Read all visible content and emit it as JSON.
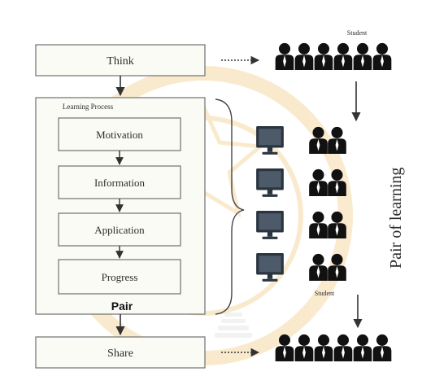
{
  "diagram": {
    "steps": {
      "think": "Think",
      "share": "Share"
    },
    "learning_process": {
      "title": "Learning Process",
      "stages": [
        "Motivation",
        "Information",
        "Application",
        "Progress"
      ],
      "pair_label": "Pair"
    },
    "student_labels": {
      "top": "Student",
      "middle": "Student"
    },
    "side_label": "Pair of learning",
    "student_counts": {
      "top_row": 6,
      "pair_rows": 4,
      "per_pair": 2,
      "bottom_row": 6
    },
    "colors": {
      "box_fill": "#fbfbf6",
      "box_border": "#707070",
      "arrow": "#333333",
      "figure": "#111111",
      "monitor": "#2b3540",
      "watermark": "#f6d9a6"
    }
  }
}
